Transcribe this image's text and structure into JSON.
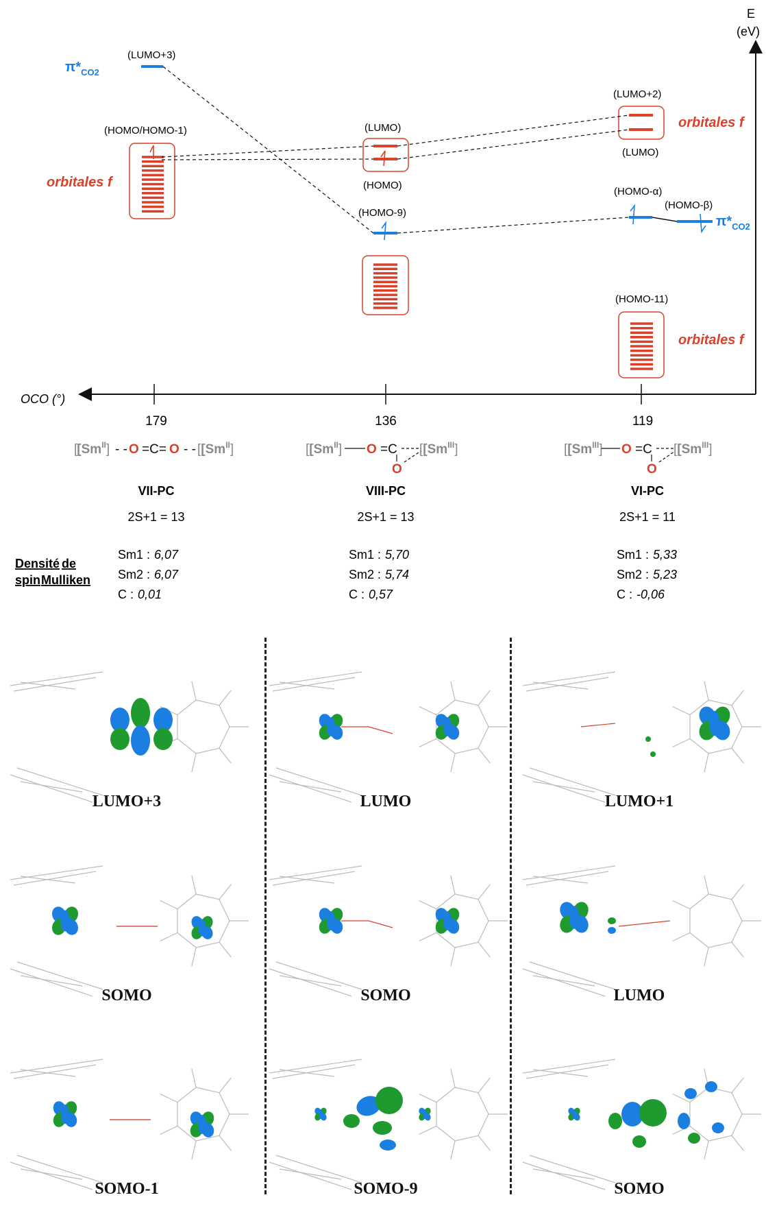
{
  "axes": {
    "energy_label": "E",
    "energy_unit": "(eV)",
    "angle_label": "OCO (°)"
  },
  "columns": [
    {
      "angle": "179",
      "complex": "VII-PC",
      "multiplicity": "2S+1 = 13",
      "spin": {
        "sm1_label": "Sm1 :",
        "sm1": "6,07",
        "sm2_label": "Sm2 :",
        "sm2": "6,07",
        "c_label": "C :",
        "c": "0,01"
      },
      "structure": {
        "left": "[Sm",
        "left_ox": "II",
        "right": "[Sm",
        "right_ox": "II"
      }
    },
    {
      "angle": "136",
      "complex": "VIII-PC",
      "multiplicity": "2S+1 = 13",
      "spin": {
        "sm1_label": "Sm1 :",
        "sm1": "5,70",
        "sm2_label": "Sm2 :",
        "sm2": "5,74",
        "c_label": "C :",
        "c": "0,57"
      },
      "structure": {
        "left": "[Sm",
        "left_ox": "II",
        "right": "[Sm",
        "right_ox": "III"
      }
    },
    {
      "angle": "119",
      "complex": "VI-PC",
      "multiplicity": "2S+1 = 11",
      "spin": {
        "sm1_label": "Sm1 :",
        "sm1": "5,33",
        "sm2_label": "Sm2 :",
        "sm2": "5,23",
        "c_label": "C :",
        "c": "-0,06"
      },
      "structure": {
        "left": "[Sm",
        "left_ox": "III",
        "right": "[Sm",
        "right_ox": "III"
      }
    }
  ],
  "spin_density_title": {
    "w1": "Densité",
    "w2": "de",
    "w3": "spin",
    "w4": "Mulliken"
  },
  "orbital_labels": {
    "lumo3": "(LUMO+3)",
    "homo_homo1": "(HOMO/HOMO-1)",
    "lumo_mid": "(LUMO)",
    "homo_mid": "(HOMO)",
    "homo9": "(HOMO-9)",
    "lumo2": "(LUMO+2)",
    "lumo_right": "(LUMO)",
    "homo_alpha": "(HOMO-α)",
    "homo_beta": "(HOMO-β)",
    "homo11": "(HOMO-11)",
    "pi_co2": "π*",
    "pi_sub": "CO2",
    "orbitales_f": "orbitales f"
  },
  "panels": [
    {
      "label": "LUMO+3"
    },
    {
      "label": "LUMO"
    },
    {
      "label": "LUMO+1"
    },
    {
      "label": "SOMO"
    },
    {
      "label": "SOMO"
    },
    {
      "label": "LUMO"
    },
    {
      "label": "SOMO-1"
    },
    {
      "label": "SOMO-9"
    },
    {
      "label": "SOMO"
    }
  ],
  "colors": {
    "red": "#d9412b",
    "blue": "#1a7fe0",
    "green": "#1f9a2e",
    "gray": "#888888"
  }
}
